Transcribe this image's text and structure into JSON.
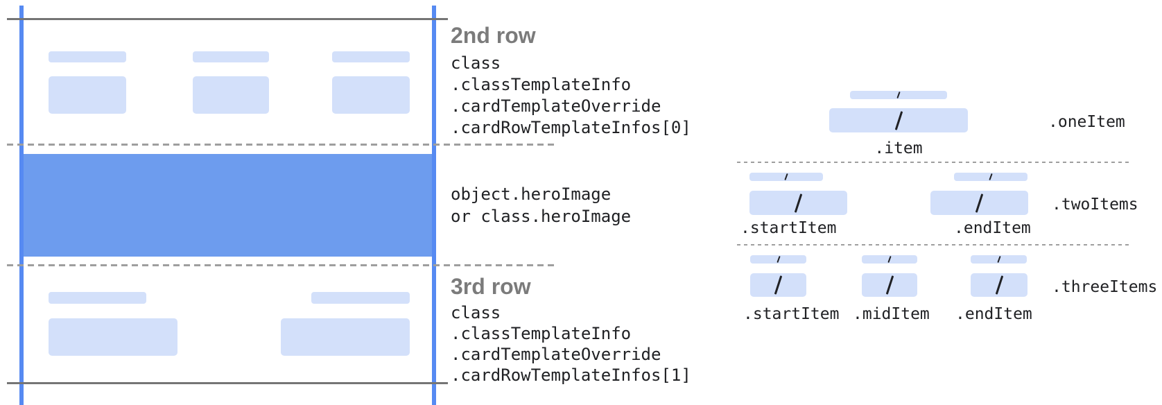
{
  "palette": {
    "hero_blue": "#6d9cee",
    "edge_blue": "#568af2",
    "field_blue": "#d3e0fa",
    "solid_line_gray": "#757575",
    "dashed_line_gray": "#9e9e9e",
    "heading_gray": "#7b7b7b",
    "code_text": "#202124"
  },
  "card_diagram": {
    "second_row": {
      "heading": "2nd row",
      "class_path": [
        "class",
        ".classTemplateInfo",
        ".cardTemplateOverride",
        ".cardRowTemplateInfos[0]"
      ]
    },
    "hero_image": {
      "line1": "object.heroImage",
      "line2": "or class.heroImage"
    },
    "third_row": {
      "heading": "3rd row",
      "class_path": [
        "class",
        ".classTemplateInfo",
        ".cardTemplateOverride",
        ".cardRowTemplateInfos[1]"
      ]
    }
  },
  "row_layouts": {
    "one_item": {
      "row_label": ".oneItem",
      "slots": [
        ".item"
      ]
    },
    "two_items": {
      "row_label": ".twoItems",
      "slots": [
        ".startItem",
        ".endItem"
      ]
    },
    "three_items": {
      "row_label": ".threeItems",
      "slots": [
        ".startItem",
        ".midItem",
        ".endItem"
      ]
    }
  }
}
